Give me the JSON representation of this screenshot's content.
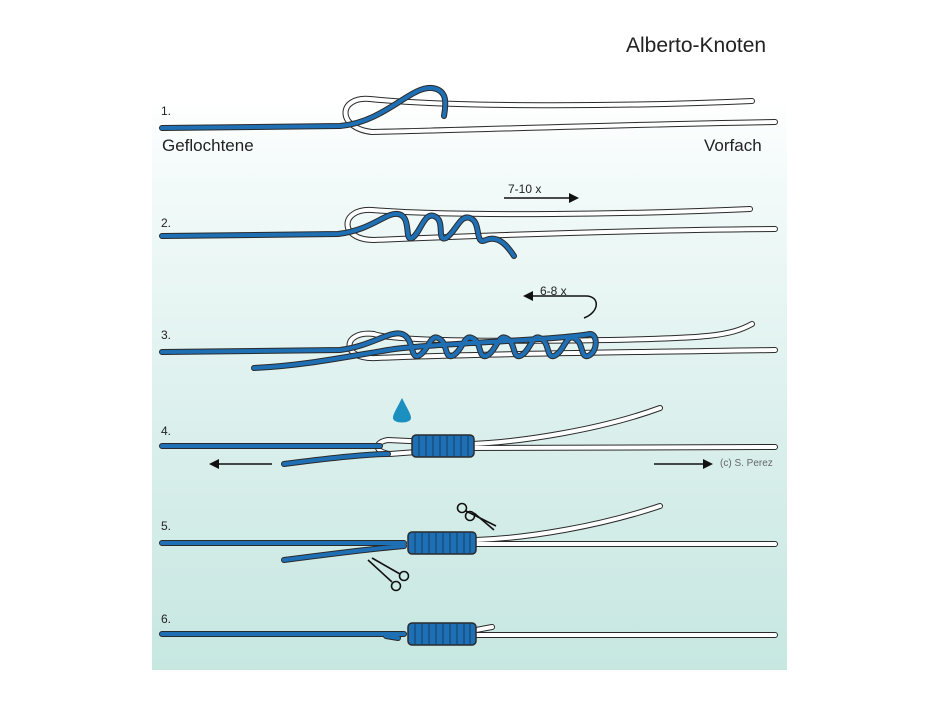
{
  "title": "Alberto-Knoten",
  "labels": {
    "left_line": "Geflochtene",
    "right_line": "Vorfach"
  },
  "steps": [
    "1.",
    "2.",
    "3.",
    "4.",
    "5.",
    "6."
  ],
  "wrap_counts": {
    "step2": "7-10 x",
    "step3": "6-8 x"
  },
  "copyright": "(c) S. Perez",
  "colors": {
    "braid": "#1f6fb4",
    "leader": "#ffffff",
    "outline": "#2a2a2a",
    "drop": "#1b8fc0",
    "panel_bottom": "#c7e7e1"
  },
  "icons": [
    "water-drop-icon",
    "scissors-icon",
    "arrow-left-icon",
    "arrow-right-icon"
  ]
}
